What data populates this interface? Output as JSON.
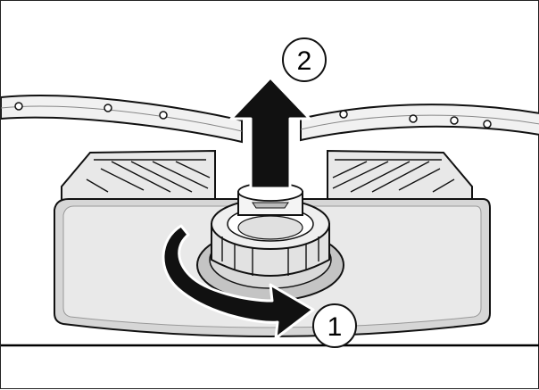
{
  "diagram": {
    "steps": [
      {
        "number": "1",
        "action": "twist"
      },
      {
        "number": "2",
        "action": "lift"
      }
    ]
  }
}
